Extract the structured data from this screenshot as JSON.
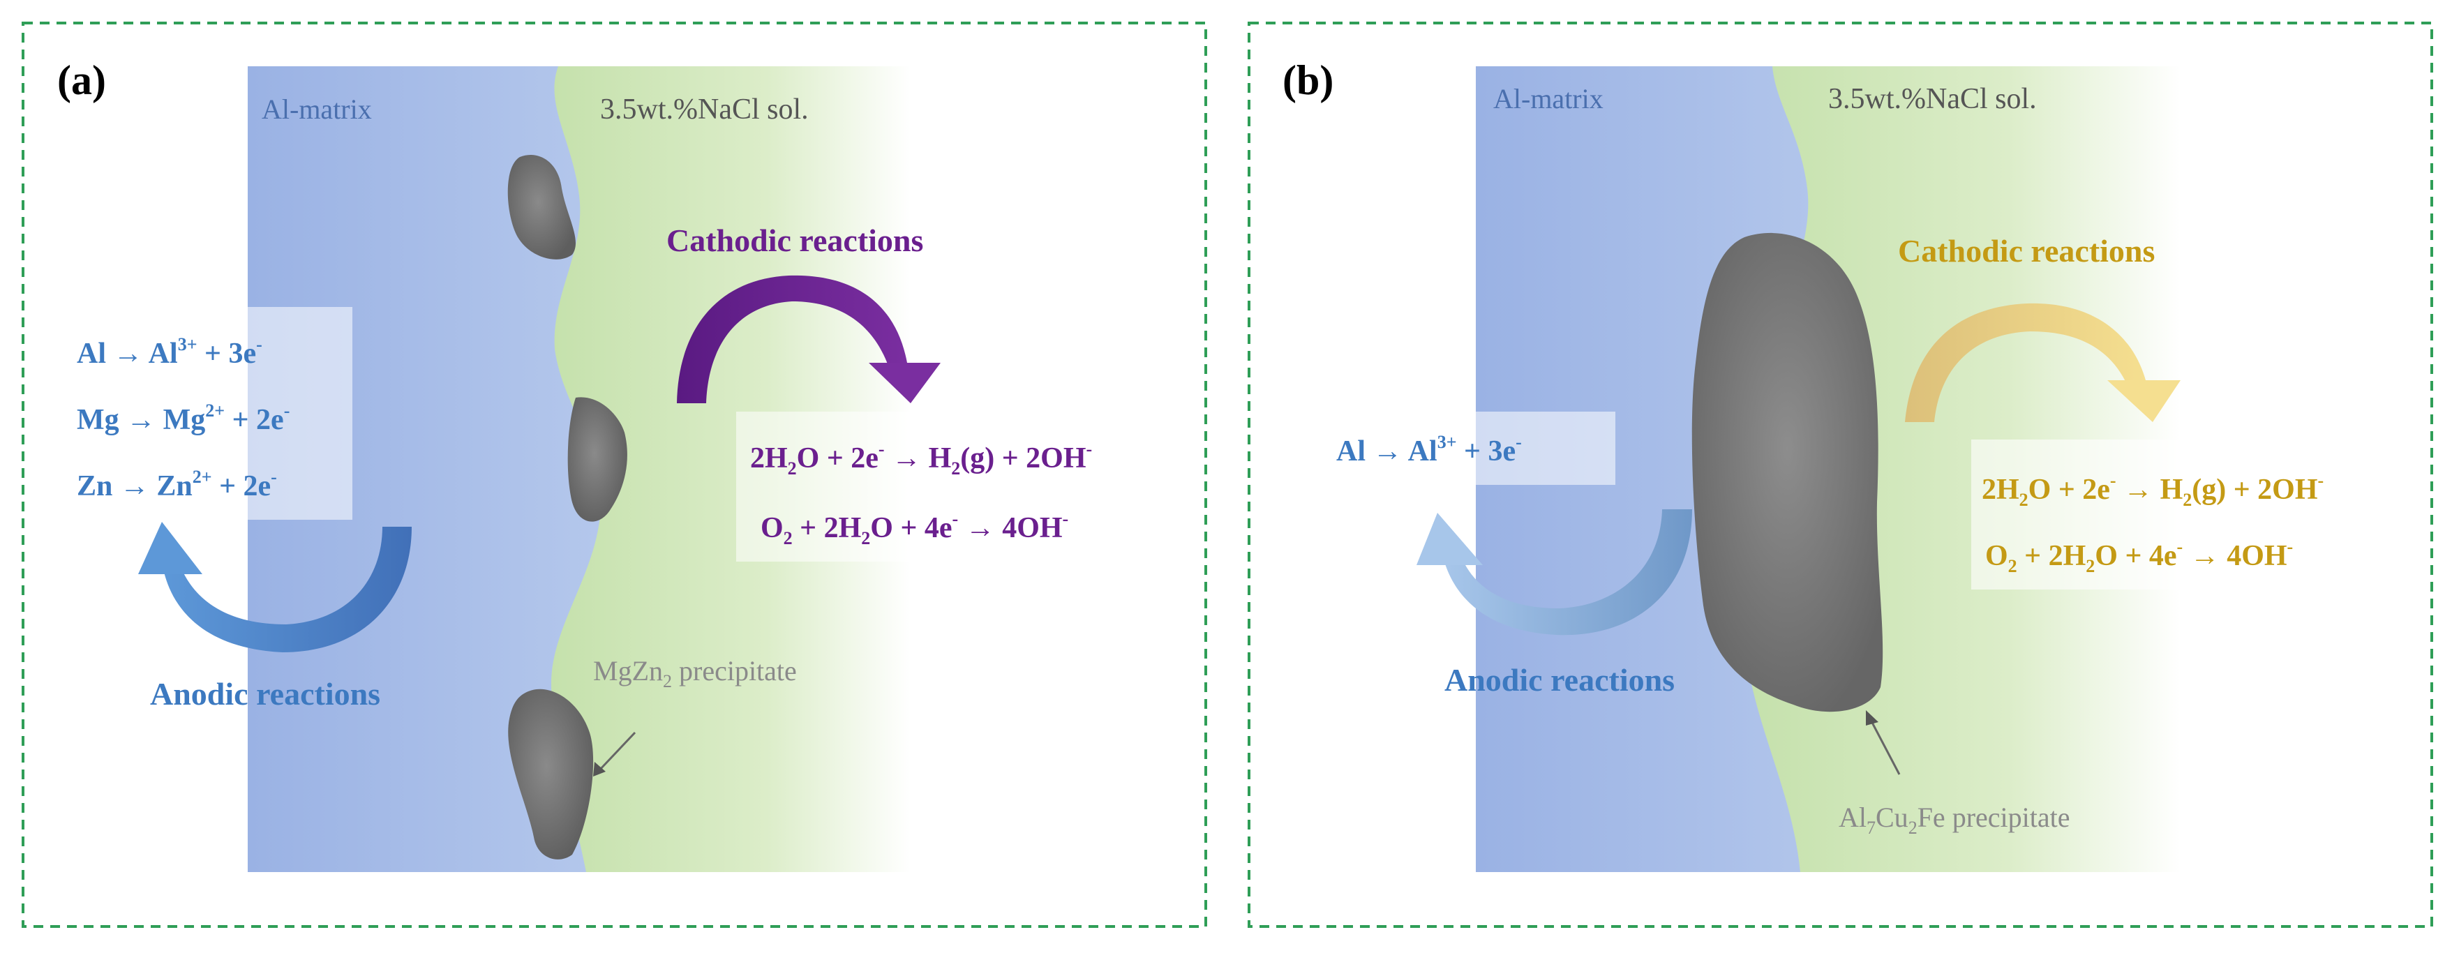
{
  "panel_a": {
    "label": "(a)",
    "matrix_label": "Al-matrix",
    "solution_label": "3.5wt.%NaCl sol.",
    "cathodic_title": "Cathodic reactions",
    "anodic_title": "Anodic reactions",
    "anodic_reactions": [
      {
        "a": "Al → Al",
        "sup": "3+",
        "b": " + 3e",
        "e": "-"
      },
      {
        "a": "Mg → Mg",
        "sup": "2+",
        "b": " + 2e",
        "e": "-"
      },
      {
        "a": "Zn → Zn",
        "sup": "2+",
        "b": " + 2e",
        "e": "-"
      }
    ],
    "cathodic_reactions": [
      {
        "p1": "2H",
        "s1": "2",
        "p2": "O + 2e",
        "e1": "-",
        "p3": " → H",
        "s2": "2",
        "p4": "(g) + 2OH",
        "e2": "-"
      },
      {
        "p1": "O",
        "s1": "2",
        "p2": " + 2H",
        "s2": "2",
        "p3": "O + 4e",
        "e1": "-",
        "p4": " → 4OH",
        "e2": "-"
      }
    ],
    "precipitate": {
      "p1": "MgZn",
      "sub": "2",
      "p2": " precipitate"
    },
    "colors": {
      "anodic": "#3c79c0",
      "cathodic": "#6a1f8e",
      "precipitate_label": "#8a8a8a"
    }
  },
  "panel_b": {
    "label": "(b)",
    "matrix_label": "Al-matrix",
    "solution_label": "3.5wt.%NaCl sol.",
    "cathodic_title": "Cathodic reactions",
    "anodic_title": "Anodic reactions",
    "anodic_reactions": [
      {
        "a": "Al → Al",
        "sup": "3+",
        "b": " + 3e",
        "e": "-"
      }
    ],
    "cathodic_reactions": [
      {
        "p1": "2H",
        "s1": "2",
        "p2": "O + 2e",
        "e1": "-",
        "p3": " → H",
        "s2": "2",
        "p4": "(g) + 2OH",
        "e2": "-"
      },
      {
        "p1": "O",
        "s1": "2",
        "p2": " + 2H",
        "s2": "2",
        "p3": "O + 4e",
        "e1": "-",
        "p4": " → 4OH",
        "e2": "-"
      }
    ],
    "precipitate": {
      "p1": "Al",
      "s1": "7",
      "p2": "Cu",
      "s2": "2",
      "p3": "Fe precipitate"
    },
    "colors": {
      "anodic": "#3c79c0",
      "cathodic": "#c49a14",
      "precipitate_label": "#8a8a8a"
    }
  },
  "colors": {
    "frame": "#2f9e57",
    "matrix_blue": "#8ea9de",
    "solution_green": "#cfe6b6",
    "particle": "#707070"
  }
}
